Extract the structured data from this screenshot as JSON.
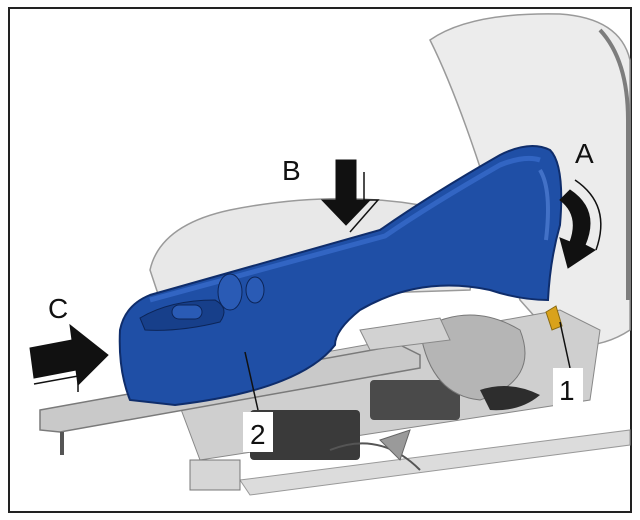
{
  "labels": {
    "a": "A",
    "b": "B",
    "c": "C",
    "part1": "1",
    "part2": "2"
  },
  "colors": {
    "trim_panel": "#1f4fa6",
    "trim_highlight": "#3b6fd0",
    "trim_shadow": "#0f2d6b",
    "seat_grey": "#e6e6e6",
    "mechanism_grey": "#bdbdbd",
    "dark_parts": "#3a3a3a",
    "arrow": "#111111",
    "screw": "#d9a21b"
  },
  "icons": {
    "rotate_arrow": "curved-rotate-arrow-icon",
    "push_down_arrow": "push-down-arrow-icon",
    "push_right_arrow": "push-right-arrow-icon"
  }
}
